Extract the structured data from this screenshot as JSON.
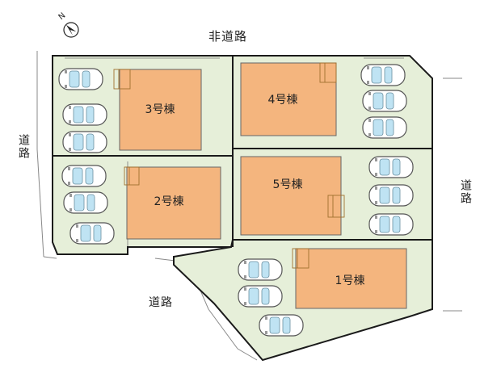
{
  "roads": {
    "top": "非道路",
    "left": "道路",
    "right": "道路",
    "bottom": "道路"
  },
  "compass": {
    "label": "N",
    "icon": "north-arrow-icon"
  },
  "buildings": [
    {
      "id": "b3",
      "label": "3号棟"
    },
    {
      "id": "b4",
      "label": "4号棟"
    },
    {
      "id": "b2",
      "label": "2号棟"
    },
    {
      "id": "b5",
      "label": "5号棟"
    },
    {
      "id": "b1",
      "label": "1号棟"
    }
  ],
  "colors": {
    "lot_fill": "#e6efd9",
    "building_fill": "#f4b57e",
    "boundary": "#1a1a1a",
    "car_body": "#ffffff",
    "car_glass": "#bfe3f3"
  }
}
